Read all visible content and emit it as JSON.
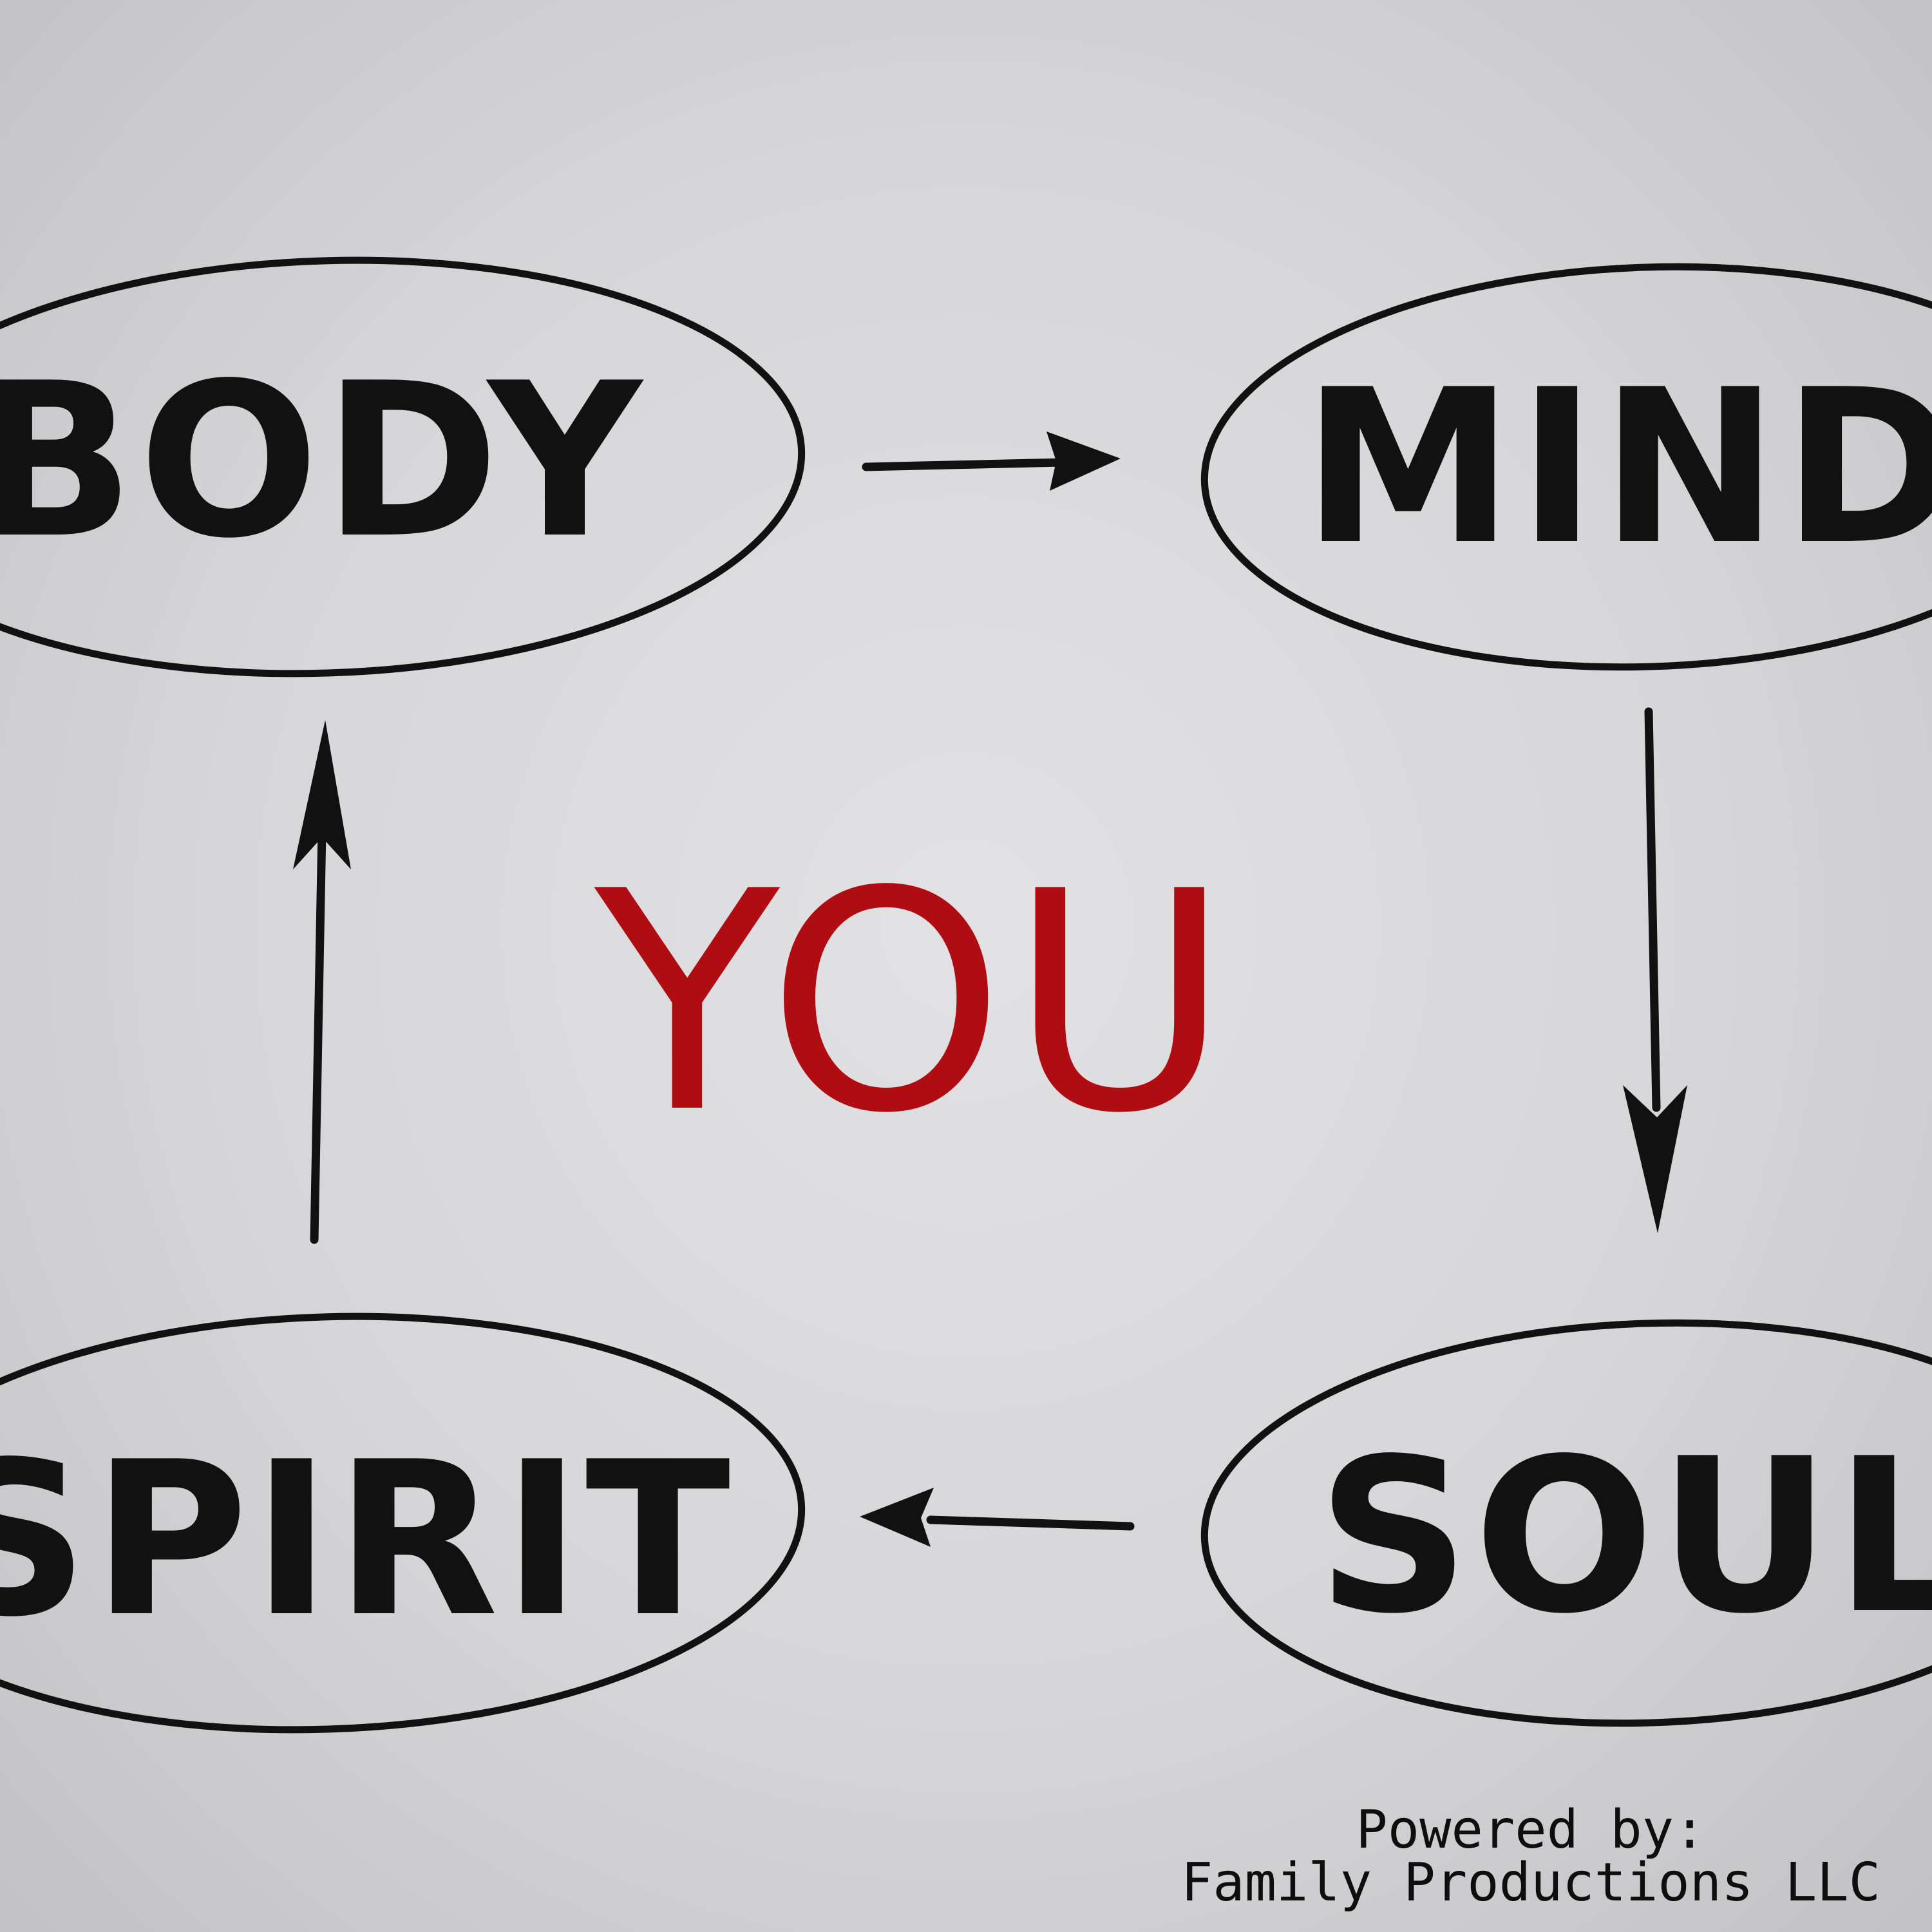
{
  "nodes": {
    "body": "BODY",
    "mind": "MIND",
    "soul": "SOUL",
    "spirit": "SPIRIT"
  },
  "center": "YOU",
  "cycle": [
    "BODY",
    "MIND",
    "SOUL",
    "SPIRIT"
  ],
  "credit": {
    "line1": "Powered by:",
    "line2": "Family Productions LLC"
  },
  "colors": {
    "center_text": "#b00d12",
    "ink": "#111111",
    "background": "#d6d6d8"
  }
}
